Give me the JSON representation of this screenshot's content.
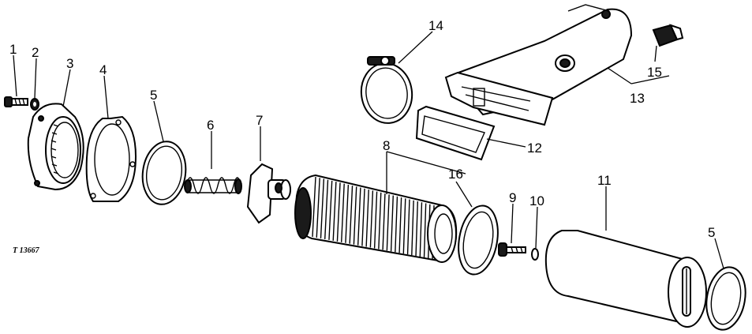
{
  "diagram": {
    "figure_ref": "T 13667",
    "callouts": [
      "1",
      "2",
      "3",
      "4",
      "5",
      "6",
      "7",
      "8",
      "9",
      "10",
      "11",
      "12",
      "13",
      "14",
      "15",
      "16",
      "5"
    ]
  }
}
